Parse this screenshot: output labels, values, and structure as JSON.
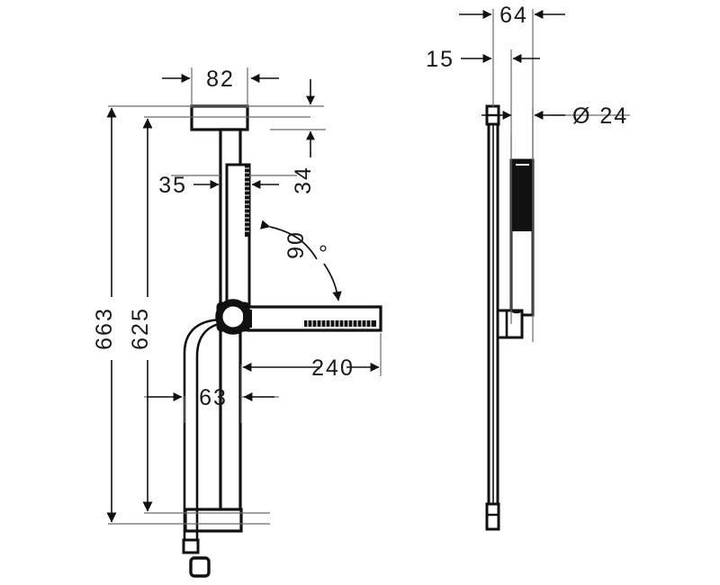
{
  "drawing": {
    "kind": "technical-dimension-drawing",
    "subject": "shower bar set with hand shower and hose",
    "background_color": "#ffffff",
    "line_color": "#111111",
    "thin_line_color": "#5a5a5a",
    "text_color": "#1a1a1a",
    "views": [
      {
        "id": "front-view",
        "name": "front elevation"
      },
      {
        "id": "side-view",
        "name": "side elevation"
      }
    ]
  },
  "dimensions": {
    "width_top_bracket": "82",
    "bar_width": "35",
    "bracket_height": "34",
    "total_height": "663",
    "bar_length": "625",
    "hose_offset": "63",
    "shower_reach": "240",
    "angle": "90",
    "degree_symbol": "°",
    "side_depth": "64",
    "side_offset": "15",
    "diameter_label": "Ø 24"
  }
}
